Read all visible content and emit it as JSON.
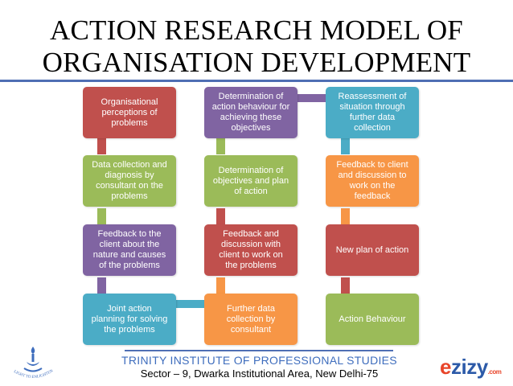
{
  "title": {
    "line1": "ACTION RESEARCH MODEL OF",
    "line2": "ORGANISATION DEVELOPMENT"
  },
  "boxes": [
    {
      "id": "org-perceptions",
      "label": "Organisational\nperceptions of\nproblems",
      "color": "#c0504d"
    },
    {
      "id": "data-collection",
      "label": "Data collection and\ndiagnosis by\nconsultant on the\nproblems",
      "color": "#9bbb59"
    },
    {
      "id": "feedback-client-nature",
      "label": "Feedback to the\nclient about the\nnature and causes\nof the problems",
      "color": "#8064a2"
    },
    {
      "id": "joint-action-planning",
      "label": "Joint action\nplanning  for solving\nthe problems",
      "color": "#4bacc6"
    },
    {
      "id": "determination-action-behaviour",
      "label": "Determination of\naction behaviour for\nachieving these\nobjectives",
      "color": "#8064a2"
    },
    {
      "id": "determination-objectives",
      "label": "Determination of\nobjectives and plan\nof action",
      "color": "#9bbb59"
    },
    {
      "id": "feedback-discussion",
      "label": "Feedback and\ndiscussion with\nclient to work on\nthe  problems",
      "color": "#c0504d"
    },
    {
      "id": "further-data-collection",
      "label": "Further data\ncollection by\nconsultant",
      "color": "#f79646"
    },
    {
      "id": "reassessment",
      "label": "Reassessment of\nsituation through\nfurther data\ncollection",
      "color": "#4bacc6"
    },
    {
      "id": "feedback-client-discussion",
      "label": "Feedback to client\nand discussion to\nwork on the\nfeedback",
      "color": "#f79646"
    },
    {
      "id": "new-plan",
      "label": "New plan of action",
      "color": "#c0504d"
    },
    {
      "id": "action-behaviour",
      "label": "Action Behaviour",
      "color": "#9bbb59"
    }
  ],
  "connectors": {
    "col1": [
      "#c0504d",
      "#9bbb59",
      "#8064a2"
    ],
    "col2": [
      "#9bbb59",
      "#c0504d",
      "#f79646"
    ],
    "col3": [
      "#4bacc6",
      "#f79646",
      "#c0504d"
    ],
    "h_bottom": "#4bacc6",
    "h_top": "#8064a2"
  },
  "footer": {
    "institute": "TRINITY INSTITUTE OF PROFESSIONAL STUDIES",
    "address": "Sector – 9, Dwarka Institutional Area, New Delhi-75",
    "left_logo_text": "LIGHT TO ENLIGHTEN",
    "right_logo_e": "e",
    "right_logo_rest": "zizy",
    "right_logo_suffix": ".com"
  },
  "colors": {
    "accent_rule": "#4f6fb4",
    "footer_text": "#3e6dbd"
  }
}
